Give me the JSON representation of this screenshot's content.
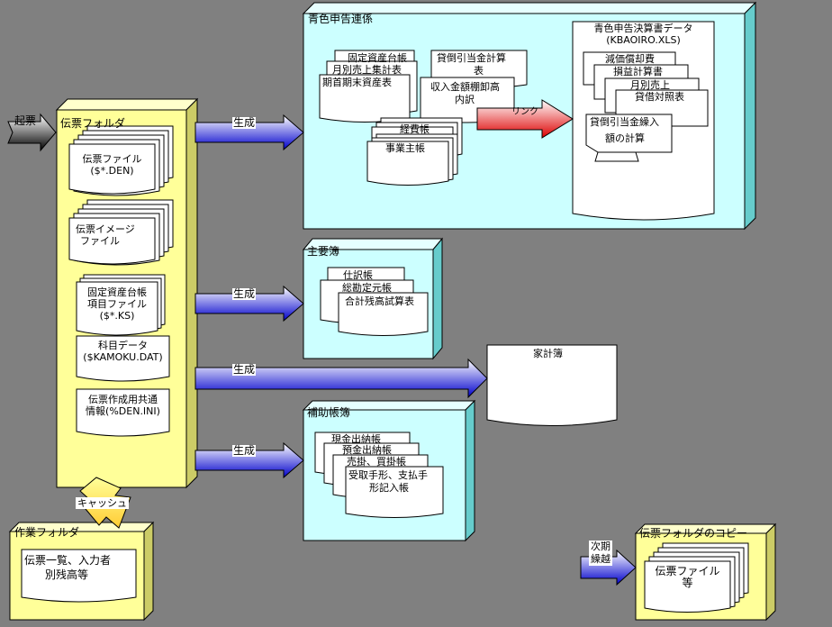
{
  "colors": {
    "background": "#808080",
    "folder_yellow": "#FFFF99",
    "box_cyan": "#CCFFFF",
    "arrow_blue": "#0000CC",
    "link_red": "#DD0000"
  },
  "start_arrow": {
    "label": "起票"
  },
  "denpyo_folder": {
    "title": "伝票フォルダ",
    "denpyo_file": {
      "line1": "伝票ファイル",
      "line2": "($*.DEN)"
    },
    "image_file": {
      "line1": "伝票イメージ",
      "line2": "ファイル"
    },
    "asset_item_file": {
      "line1": "固定資産台帳",
      "line2": "項目ファイル",
      "line3": "($*.KS)"
    },
    "account_data": {
      "line1": "科目データ",
      "line2": "($KAMOKU.DAT)"
    },
    "common_info": {
      "line1": "伝票作成用共通",
      "line2": "情報(%DEN.INI)"
    }
  },
  "arrows": {
    "generate": "生成",
    "link": "リンク",
    "cache": "キャッシュ"
  },
  "aoiro": {
    "title": "青色申告連係",
    "docs": {
      "fixed_asset_ledger": "固定資産台帳",
      "monthly_sales": "月別売上集計表",
      "opening_balance": "期首期末資産表",
      "bad_debt_line1": "貸倒引当金計算",
      "bad_debt_line2": "表",
      "inventory_line1": "収入金額棚卸高",
      "inventory_line2": "内訳",
      "expense_ledger": "経費帳",
      "business_owner_ledger": "事業主帳"
    },
    "excel": {
      "title": "青色申告決算書データ",
      "file": "(KBAOIRO.XLS)",
      "depreciation": "減価償却費",
      "profit_loss": "損益計算書",
      "monthly_sales": "月別売上",
      "balance_sheet": "貸借対照表",
      "bad_debt_line1": "貸倒引当金繰入",
      "bad_debt_line2": "額の計算"
    }
  },
  "main_books": {
    "title": "主要簿",
    "journal": "仕訳帳",
    "general_ledger": "総勘定元帳",
    "trial_balance": "合計残高試算表"
  },
  "household": {
    "title": "家計簿"
  },
  "sub_books": {
    "title": "補助帳簿",
    "cash": "現金出納帳",
    "deposit": "預金出納帳",
    "receivable_payable": "売掛、買掛帳",
    "notes_line1": "受取手形、支払手",
    "notes_line2": "形記入帳"
  },
  "work_folder": {
    "title": "作業フォルダ",
    "line1": "伝票一覧、入力者",
    "line2": "別残高等"
  },
  "next_period": {
    "line1": "次期",
    "line2": "繰越"
  },
  "copy_folder": {
    "title": "伝票フォルダのコピー",
    "line1": "伝票ファイル",
    "line2": "等"
  }
}
